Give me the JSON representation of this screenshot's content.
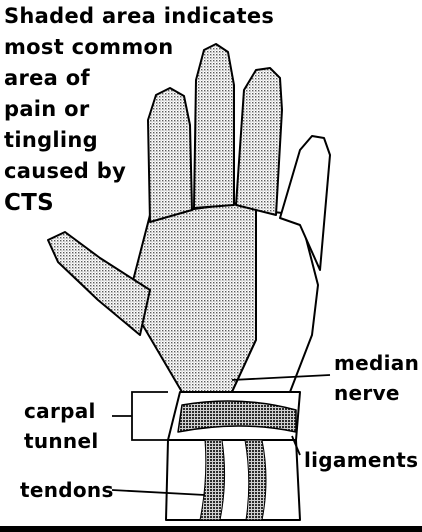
{
  "caption": {
    "lines": [
      "Shaded area indicates",
      "most common",
      "area of",
      "pain or",
      "tingling",
      "caused by",
      "CTS"
    ]
  },
  "labels": {
    "median_nerve": [
      "median",
      "nerve"
    ],
    "carpal_tunnel": [
      "carpal",
      "tunnel"
    ],
    "ligaments": "ligaments",
    "tendons": "tendons"
  }
}
